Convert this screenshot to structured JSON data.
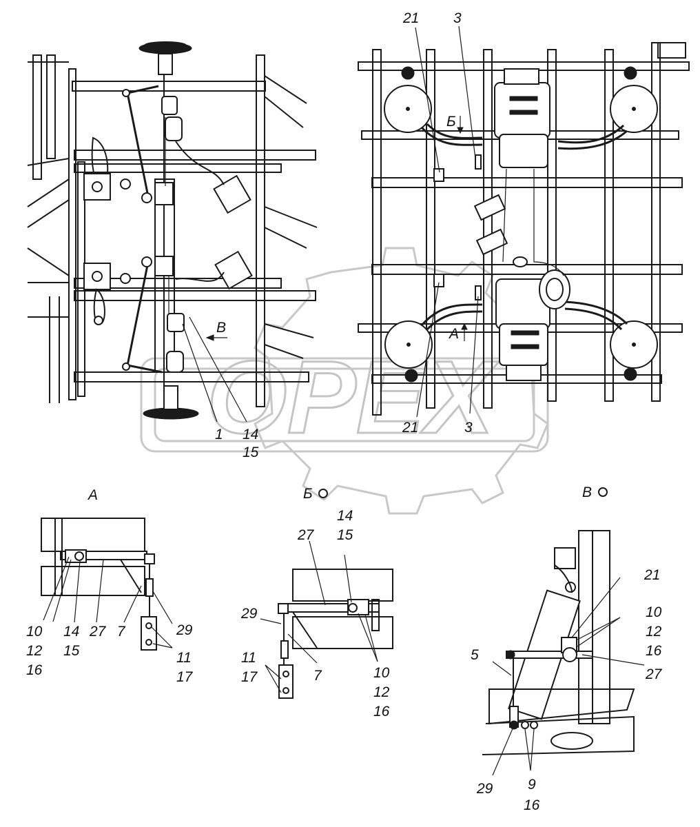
{
  "watermark": {
    "text": "ОРЕХ"
  },
  "top_left_labels": [
    {
      "id": "tl-1",
      "text": "1"
    },
    {
      "id": "tl-14",
      "text": "14"
    },
    {
      "id": "tl-15",
      "text": "15"
    },
    {
      "id": "tl-B",
      "text": "В"
    }
  ],
  "top_right_labels": [
    {
      "id": "tr-21a",
      "text": "21"
    },
    {
      "id": "tr-3a",
      "text": "3"
    },
    {
      "id": "tr-Bv",
      "text": "Б"
    },
    {
      "id": "tr-A",
      "text": "А"
    },
    {
      "id": "tr-21b",
      "text": "21"
    },
    {
      "id": "tr-3b",
      "text": "3"
    }
  ],
  "view_titles": {
    "A": "А",
    "B": "Б",
    "V": "В"
  },
  "view_A_labels": [
    {
      "id": "a-10",
      "text": "10"
    },
    {
      "id": "a-12",
      "text": "12"
    },
    {
      "id": "a-16",
      "text": "16"
    },
    {
      "id": "a-14",
      "text": "14"
    },
    {
      "id": "a-15",
      "text": "15"
    },
    {
      "id": "a-27",
      "text": "27"
    },
    {
      "id": "a-7",
      "text": "7"
    },
    {
      "id": "a-29",
      "text": "29"
    },
    {
      "id": "a-11",
      "text": "11"
    },
    {
      "id": "a-17",
      "text": "17"
    }
  ],
  "view_B_labels": [
    {
      "id": "b-14",
      "text": "14"
    },
    {
      "id": "b-15",
      "text": "15"
    },
    {
      "id": "b-27",
      "text": "27"
    },
    {
      "id": "b-29",
      "text": "29"
    },
    {
      "id": "b-11",
      "text": "11"
    },
    {
      "id": "b-17",
      "text": "17"
    },
    {
      "id": "b-7",
      "text": "7"
    },
    {
      "id": "b-10",
      "text": "10"
    },
    {
      "id": "b-12",
      "text": "12"
    },
    {
      "id": "b-16",
      "text": "16"
    }
  ],
  "view_V_labels": [
    {
      "id": "v-21",
      "text": "21"
    },
    {
      "id": "v-10",
      "text": "10"
    },
    {
      "id": "v-12",
      "text": "12"
    },
    {
      "id": "v-16",
      "text": "16"
    },
    {
      "id": "v-27",
      "text": "27"
    },
    {
      "id": "v-5",
      "text": "5"
    },
    {
      "id": "v-29",
      "text": "29"
    },
    {
      "id": "v-9",
      "text": "9"
    },
    {
      "id": "v-16b",
      "text": "16"
    }
  ]
}
